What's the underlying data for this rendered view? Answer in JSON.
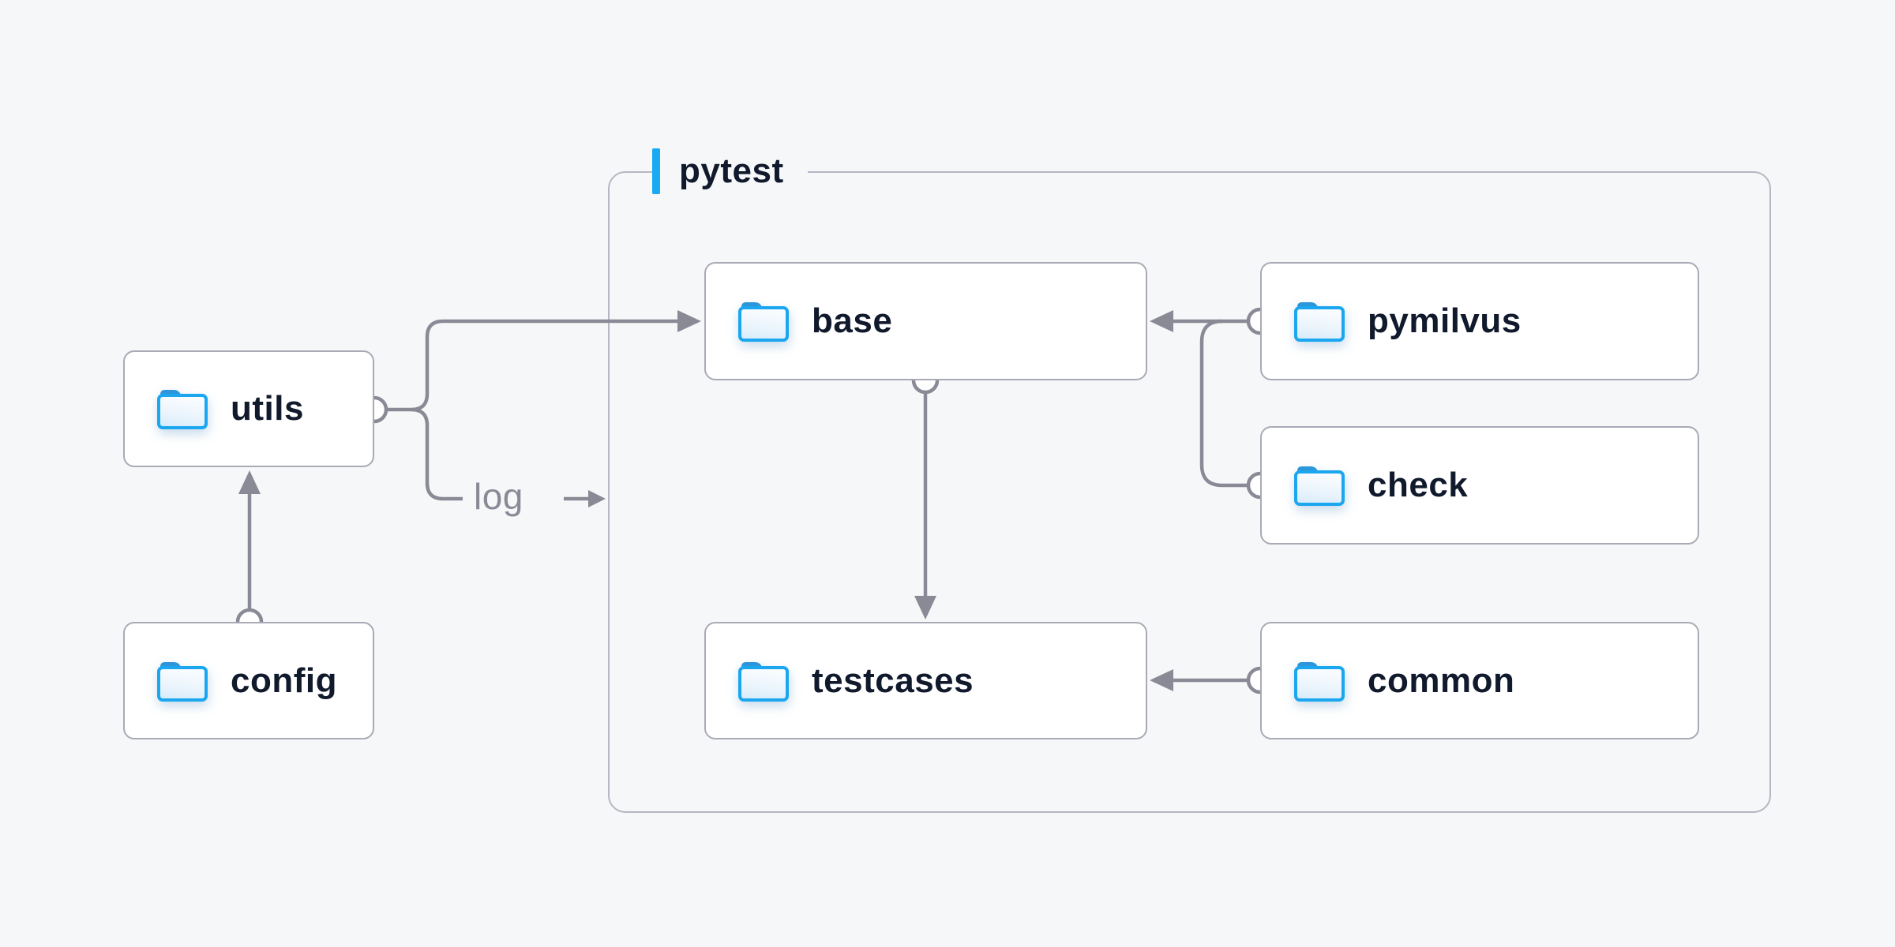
{
  "container": {
    "label": "pytest"
  },
  "nodes": [
    {
      "id": "utils",
      "label": "utils",
      "icon": "folder"
    },
    {
      "id": "config",
      "label": "config",
      "icon": "folder"
    },
    {
      "id": "base",
      "label": "base",
      "icon": "folder"
    },
    {
      "id": "pymilvus",
      "label": "pymilvus",
      "icon": "folder"
    },
    {
      "id": "check",
      "label": "check",
      "icon": "folder"
    },
    {
      "id": "testcases",
      "label": "testcases",
      "icon": "folder"
    },
    {
      "id": "common",
      "label": "common",
      "icon": "folder"
    }
  ],
  "labels": {
    "log": "log"
  },
  "edges": [
    {
      "from": "utils",
      "to": "base",
      "type": "arrow"
    },
    {
      "from": "utils",
      "to": "log",
      "type": "labelled-branch"
    },
    {
      "from": "config",
      "to": "utils",
      "type": "arrow"
    },
    {
      "from": "base",
      "to": "testcases",
      "type": "arrow"
    },
    {
      "from": "pymilvus",
      "to": "base",
      "type": "arrow"
    },
    {
      "from": "check",
      "to": "base",
      "type": "branch"
    },
    {
      "from": "common",
      "to": "testcases",
      "type": "arrow"
    }
  ],
  "colors": {
    "bg": "#f6f7f8",
    "node-bg": "#ffffff",
    "node-border": "#a9aab6",
    "group-border": "#b6b7c2",
    "wire": "#8a8a96",
    "navy": "#101a2c",
    "accent": "#18aaf2",
    "folder-stroke": "#1ba6f0",
    "folder-tab": "#2d96da"
  }
}
